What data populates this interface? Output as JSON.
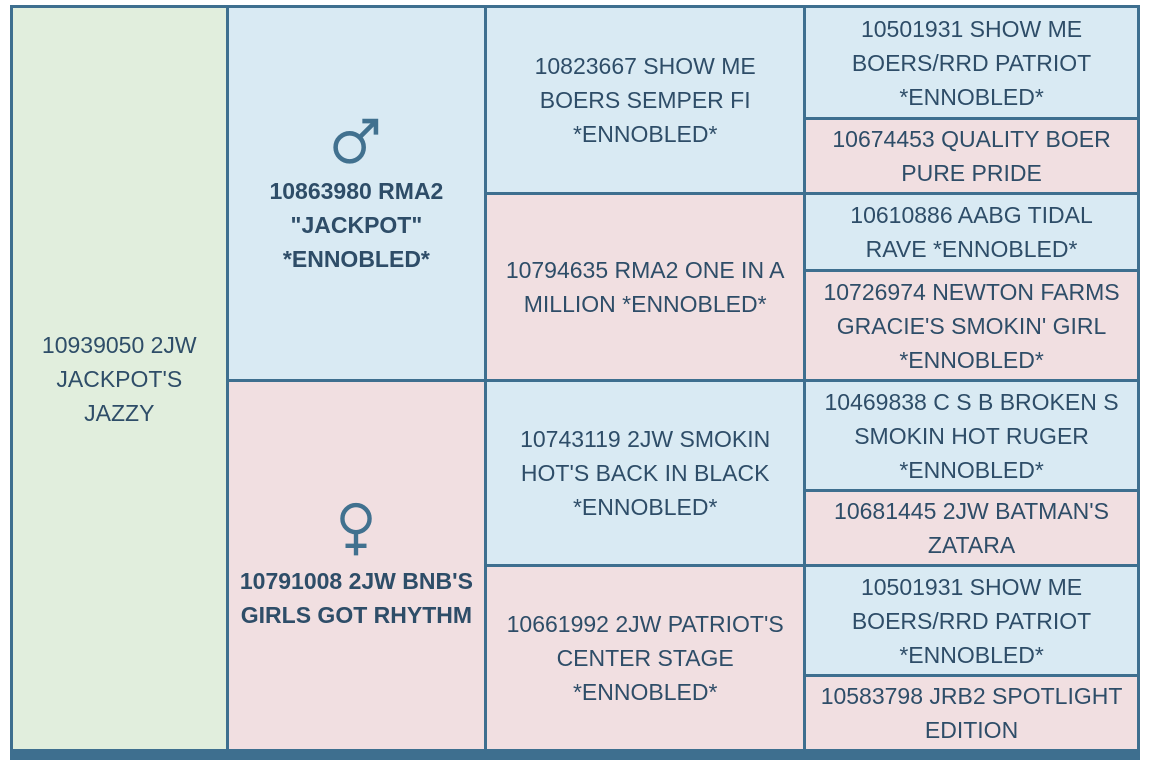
{
  "colors": {
    "border": "#3e6f8f",
    "male_cell_bg": "#d9eaf3",
    "female_cell_bg": "#f1dfe1",
    "subject_cell_bg": "#e1eedd",
    "text": "#2e4d68",
    "sex_symbol": "#41718f"
  },
  "pedigree": {
    "animal": {
      "id_name": "10939050 2JW\nJACKPOT'S\nJAZZY"
    },
    "sire": {
      "sex": "male",
      "id_name": "10863980 RMA2\n\"JACKPOT\"\n*ENNOBLED*"
    },
    "dam": {
      "sex": "female",
      "id_name": "10791008 2JW BNB'S\nGIRLS GOT RHYTHM"
    },
    "sire_sire": {
      "id_name": "10823667 SHOW ME\nBOERS SEMPER FI\n*ENNOBLED*"
    },
    "sire_dam": {
      "id_name": "10794635 RMA2 ONE IN A\nMILLION *ENNOBLED*"
    },
    "dam_sire": {
      "id_name": "10743119 2JW SMOKIN\nHOT'S BACK IN BLACK\n*ENNOBLED*"
    },
    "dam_dam": {
      "id_name": "10661992 2JW PATRIOT'S\nCENTER STAGE\n*ENNOBLED*"
    },
    "sire_sire_sire": {
      "id_name": "10501931 SHOW ME\nBOERS/RRD PATRIOT\n*ENNOBLED*"
    },
    "sire_sire_dam": {
      "id_name": "10674453 QUALITY BOER\nPURE PRIDE"
    },
    "sire_dam_sire": {
      "id_name": "10610886 AABG TIDAL\nRAVE *ENNOBLED*"
    },
    "sire_dam_dam": {
      "id_name": "10726974 NEWTON FARMS\nGRACIE'S SMOKIN' GIRL\n*ENNOBLED*"
    },
    "dam_sire_sire": {
      "id_name": "10469838 C S B BROKEN S\nSMOKIN HOT RUGER\n*ENNOBLED*"
    },
    "dam_sire_dam": {
      "id_name": "10681445 2JW BATMAN'S\nZATARA"
    },
    "dam_dam_sire": {
      "id_name": "10501931 SHOW ME\nBOERS/RRD PATRIOT\n*ENNOBLED*"
    },
    "dam_dam_dam": {
      "id_name": "10583798 JRB2 SPOTLIGHT\nEDITION"
    }
  }
}
